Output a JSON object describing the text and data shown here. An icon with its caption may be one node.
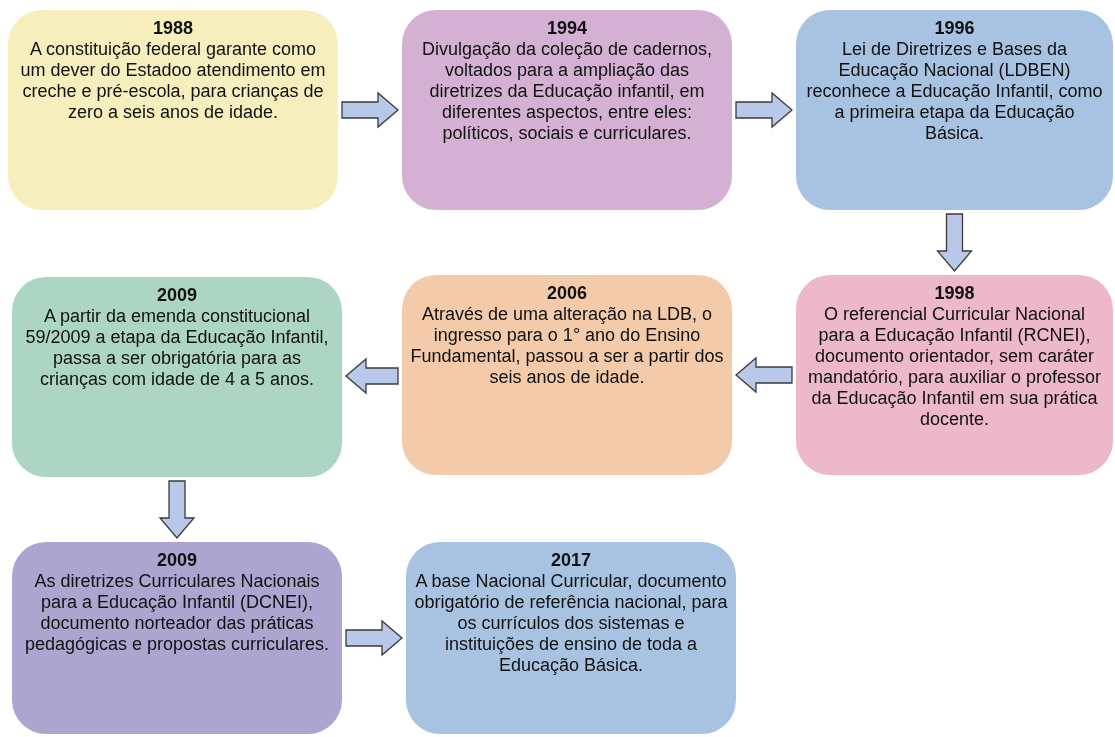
{
  "diagram": {
    "nodes": [
      {
        "text": [
          "1988",
          "A constituição federal garante como um dever do Estadoo atendimento em creche e pré-escola, para crianças de zero a seis anos de idade."
        ]
      },
      {
        "text": [
          "1994",
          "Divulgação da coleção de cadernos, voltados para a ampliação das diretrizes da Educação infantil, em diferentes aspectos, entre eles: políticos, sociais e curriculares."
        ]
      },
      {
        "text": [
          "1996",
          "Lei de Diretrizes e Bases da Educação Nacional (LDBEN) reconhece a Educação Infantil, como a primeira etapa da Educação Básica."
        ]
      },
      {
        "text": [
          "2009",
          "A partir da emenda constitucional 59/2009 a etapa da Educação Infantil, passa a ser obrigatória para as crianças com idade de 4 a 5 anos."
        ]
      },
      {
        "text": [
          "2006",
          "Através de uma alteração na LDB, o ingresso para o 1° ano do Ensino Fundamental, passou a ser a partir dos seis anos de idade."
        ]
      },
      {
        "text": [
          "1998",
          "O referencial Curricular Nacional para a Educação Infantil (RCNEI), documento orientador, sem caráter mandatório, para auxiliar o professor da Educação Infantil em sua prática docente."
        ]
      },
      {
        "text": [
          "2009",
          "As diretrizes Curriculares Nacionais para a Educação Infantil (DCNEI), documento norteador das práticas pedagógicas e propostas curriculares."
        ]
      },
      {
        "text": [
          "2017",
          "A base Nacional Curricular, documento obrigatório de referência nacional, para os currículos dos sistemas e instituições de ensino de toda a Educação Básica."
        ]
      }
    ],
    "edges": [
      {
        "from": 0,
        "to": 1,
        "arrow": "to"
      },
      {
        "from": 1,
        "to": 2,
        "arrow": "to"
      },
      {
        "from": 2,
        "to": 5,
        "arrow": "to"
      },
      {
        "from": 5,
        "to": 4,
        "arrow": "to"
      },
      {
        "from": 4,
        "to": 3,
        "arrow": "to"
      },
      {
        "from": 3,
        "to": 6,
        "arrow": "to"
      },
      {
        "from": 6,
        "to": 7,
        "arrow": "to"
      }
    ]
  }
}
